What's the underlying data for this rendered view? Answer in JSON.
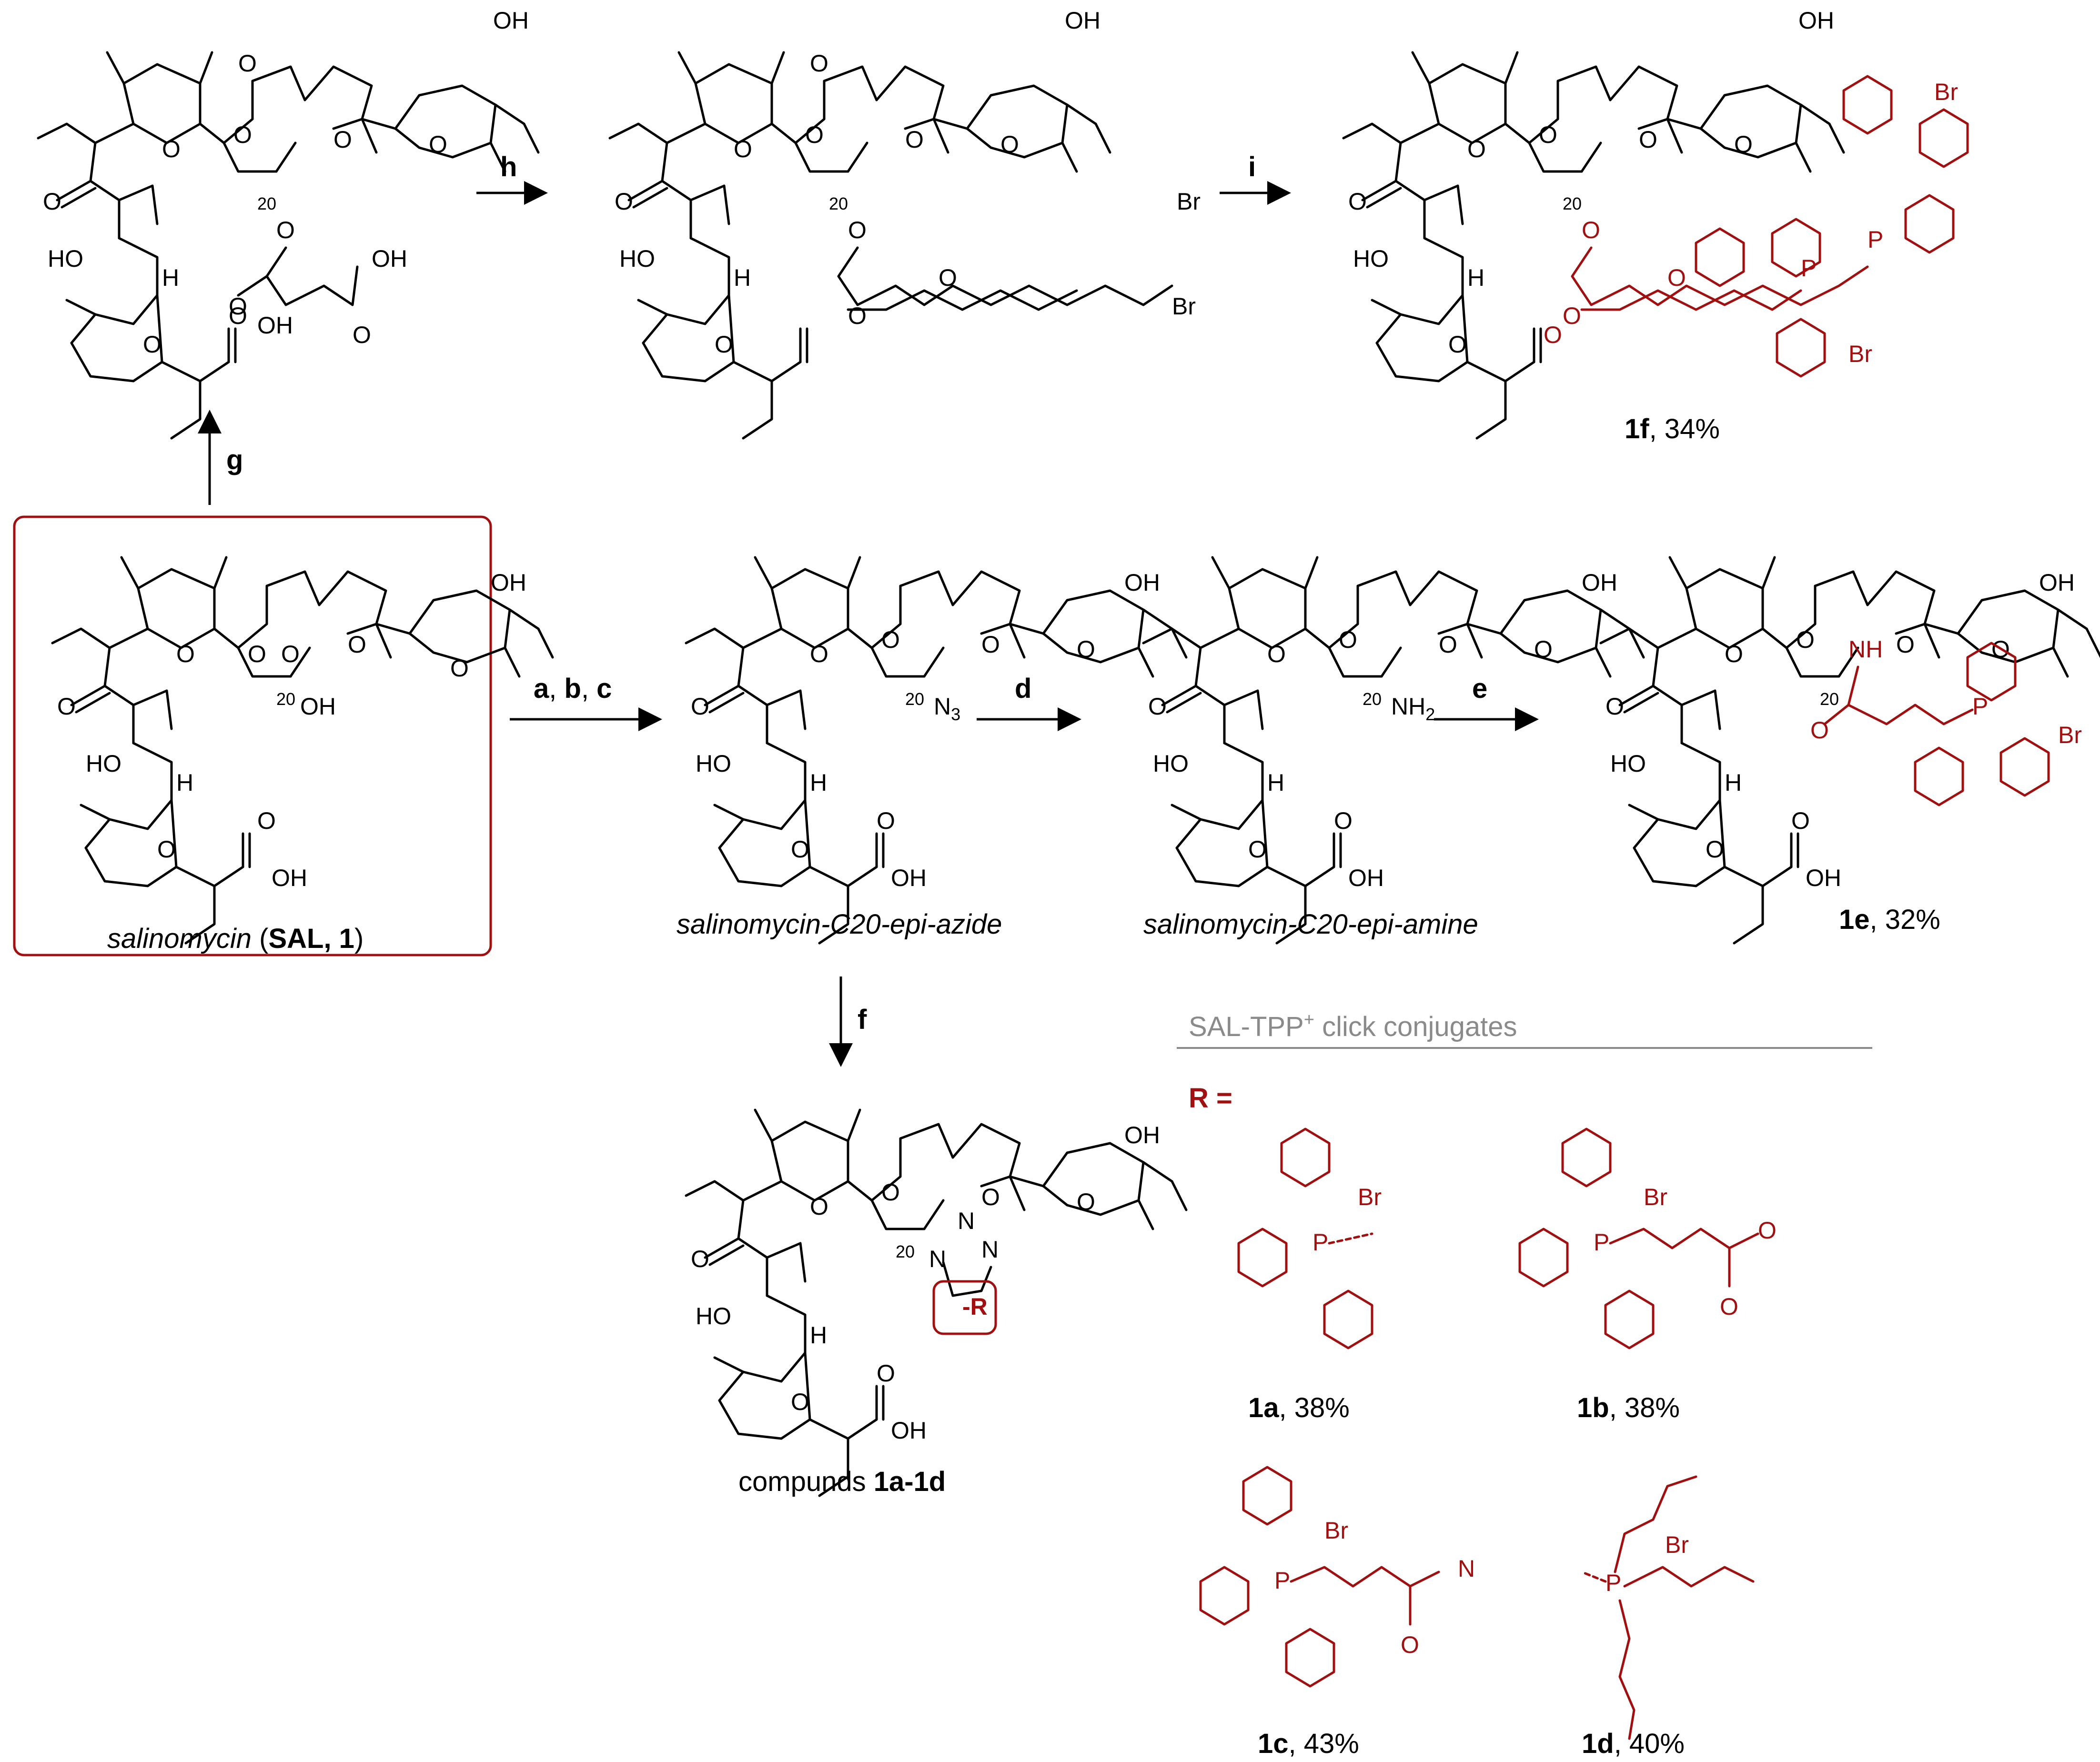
{
  "compounds": {
    "sal": {
      "name_italic": "salinomycin",
      "name_open": " (",
      "name_bold": "SAL, 1",
      "name_close": ")"
    },
    "azide": {
      "name": "salinomycin-C20-epi-azide"
    },
    "amine": {
      "name": "salinomycin-C20-epi-amine"
    },
    "c1f": {
      "id": "1f",
      "yield": ", 34%"
    },
    "c1e": {
      "id": "1e",
      "yield": ", 32%"
    },
    "click": {
      "prefix": "compunds ",
      "ids": "1a-1d"
    }
  },
  "reagents": {
    "a": "a",
    "b": "b",
    "c": "c",
    "sep": ", ",
    "d": "d",
    "e": "e",
    "f": "f",
    "g": "g",
    "h": "h",
    "i": "i"
  },
  "atoms": {
    "O": "O",
    "OH": "OH",
    "HO": "HO",
    "H": "H",
    "Br": "Br",
    "P": "P",
    "N3": "N3",
    "NH2": "NH2",
    "NH": "NH",
    "N": "N",
    "R": "-R",
    "c20": "20",
    "plus": "+",
    "minus": "−"
  },
  "legend": {
    "title": "SAL-TPP",
    "title_sup": "+",
    "title_suffix": " click conjugates",
    "r_label": "R ="
  },
  "r_groups": [
    {
      "id": "1a",
      "yield": ", 38%"
    },
    {
      "id": "1b",
      "yield": ", 38%"
    },
    {
      "id": "1c",
      "yield": ", 43%"
    },
    {
      "id": "1d",
      "yield": ", 40%"
    }
  ],
  "colors": {
    "highlight": "#a01010",
    "box": "#a01010",
    "rule": "#8a8a8a"
  }
}
